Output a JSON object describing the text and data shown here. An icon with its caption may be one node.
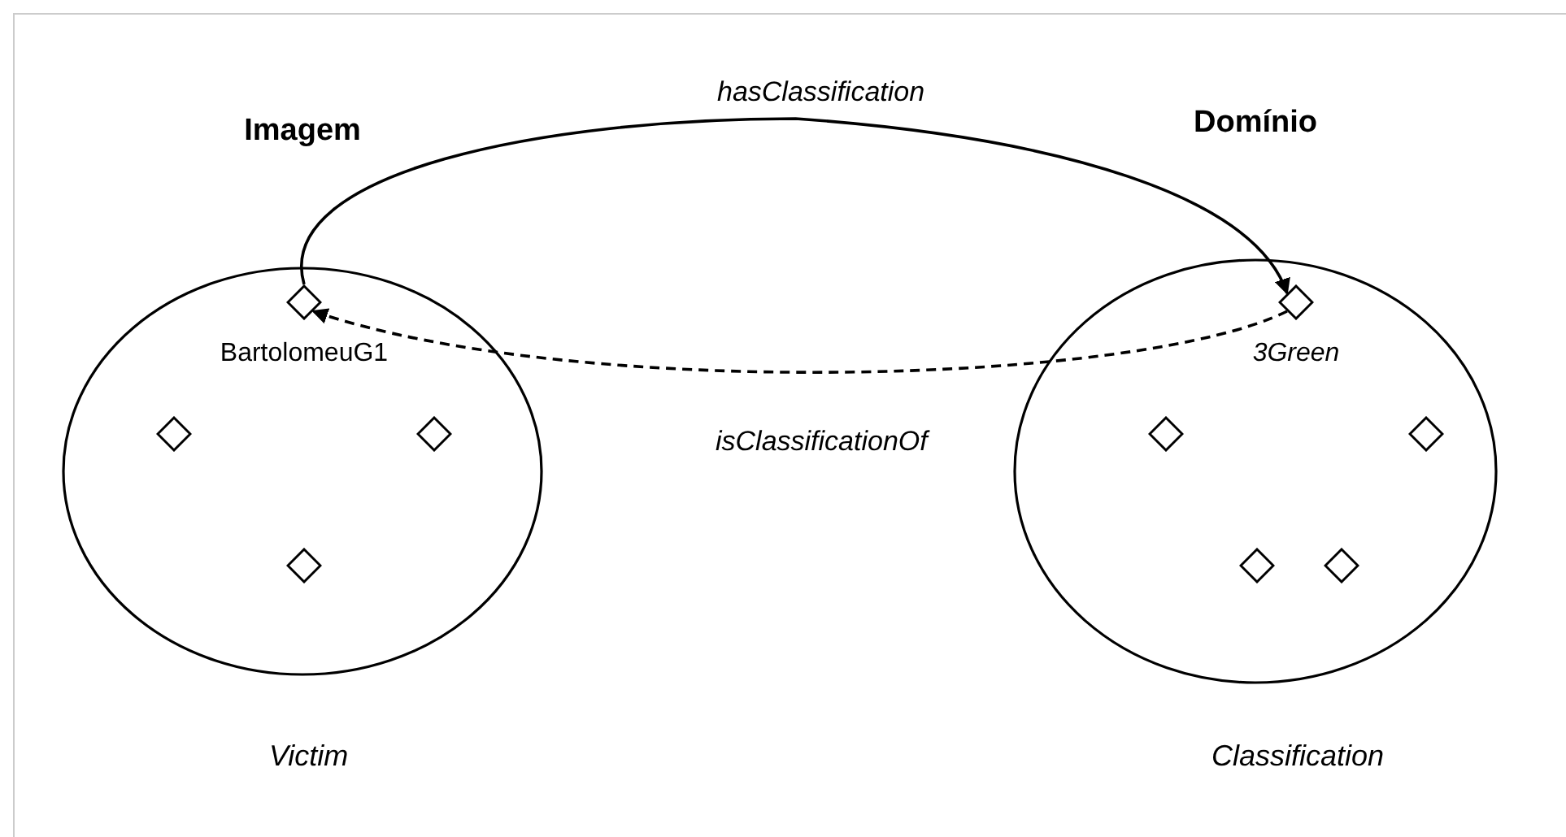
{
  "diagram": {
    "nodes": [
      {
        "text": [
          "Imagem"
        ],
        "beside": [
          "Victim"
        ]
      },
      {
        "text": [
          "BartolomeuG1"
        ],
        "in": 0
      },
      {
        "text": [],
        "shape": "diamond",
        "in": 0
      },
      {
        "text": [],
        "shape": "diamond",
        "in": 0
      },
      {
        "text": [],
        "shape": "diamond",
        "in": 0
      },
      {
        "text": [
          "Domínio"
        ],
        "beside": [
          "Classification"
        ]
      },
      {
        "text": [
          "3Green"
        ],
        "in": 5
      },
      {
        "text": [],
        "shape": "diamond",
        "in": 5
      },
      {
        "text": [],
        "shape": "diamond",
        "in": 5
      },
      {
        "text": [],
        "shape": "diamond",
        "in": 5
      },
      {
        "text": [],
        "shape": "diamond",
        "in": 5
      }
    ],
    "edges": [
      {
        "from": 1,
        "to": 6,
        "arrow": "to",
        "label": "hasClassification"
      },
      {
        "from": 6,
        "to": 1,
        "arrow": "to",
        "label": "isClassificationOf",
        "style": "dashed"
      }
    ]
  }
}
